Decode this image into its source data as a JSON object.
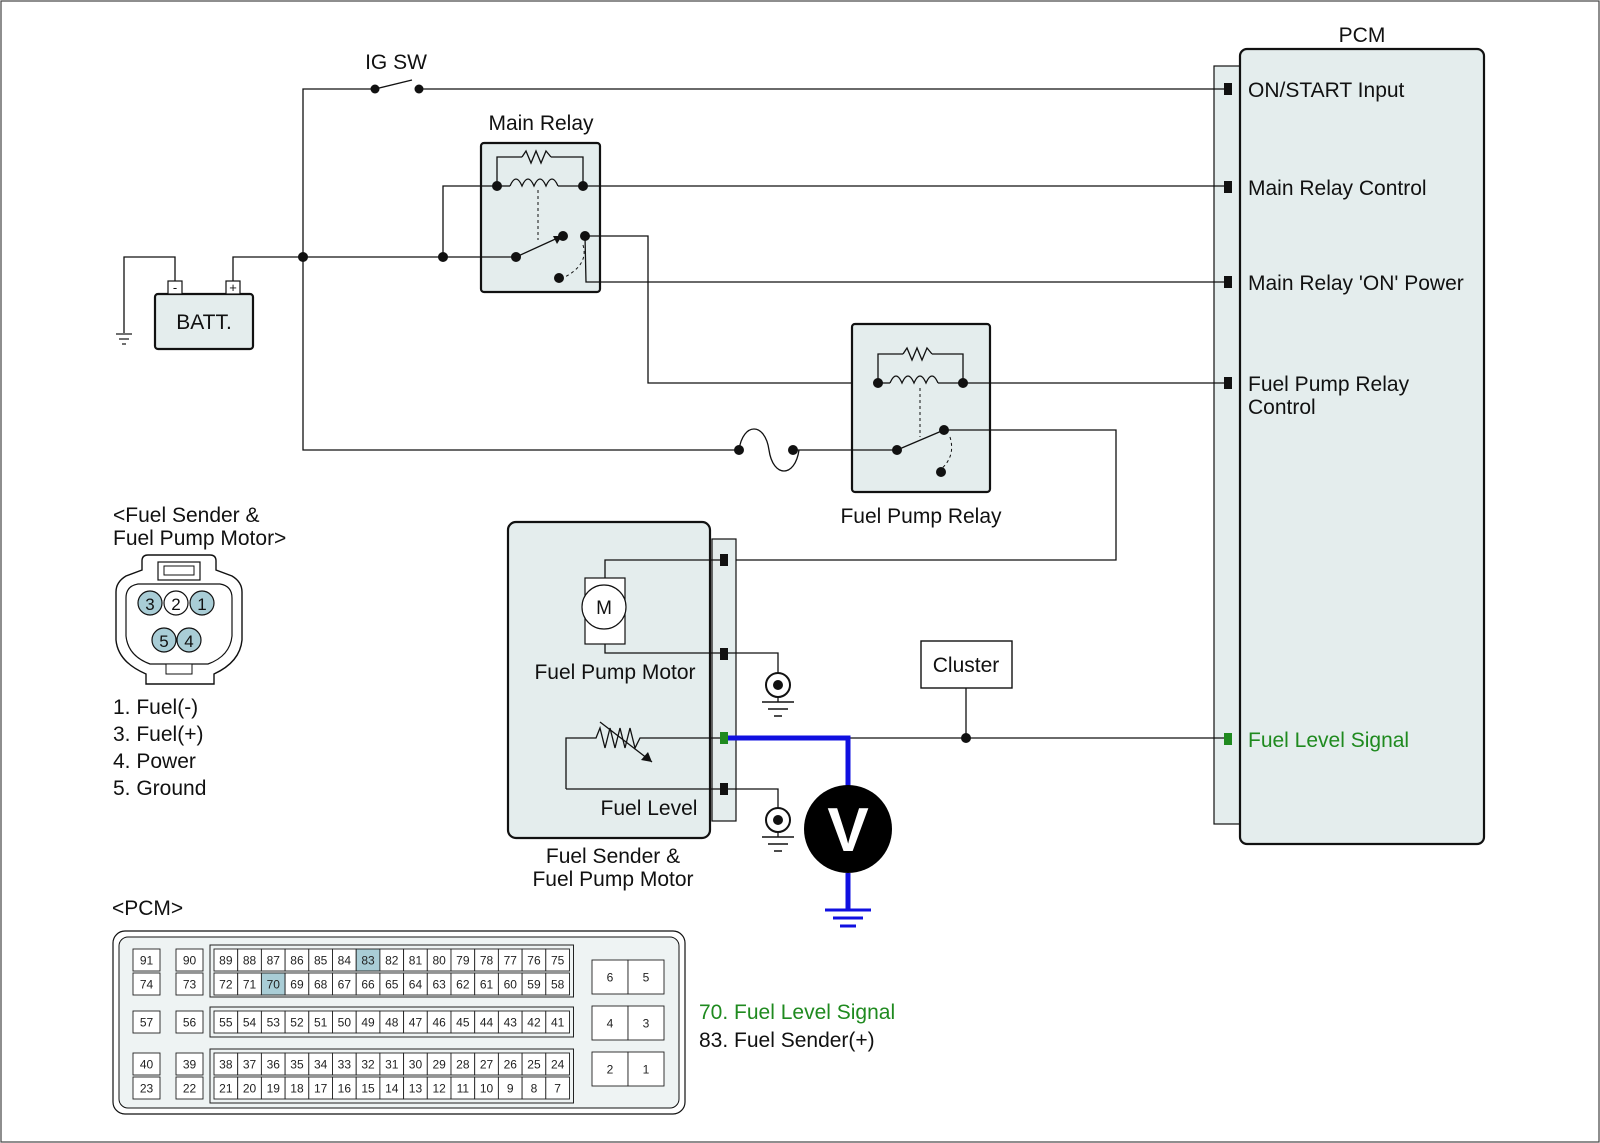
{
  "pcm": {
    "title": "PCM",
    "pins": [
      "ON/START Input",
      "Main Relay Control",
      "Main Relay 'ON' Power",
      "Fuel Pump Relay",
      "Control",
      "Fuel Level Signal"
    ]
  },
  "components": {
    "ig_sw": "IG SW",
    "main_relay": "Main Relay",
    "battery": "BATT.",
    "battery_minus": "-",
    "battery_plus": "+",
    "fuel_pump_relay": "Fuel Pump Relay",
    "motor_symbol": "M",
    "fuel_pump_motor": "Fuel Pump Motor",
    "fuel_level": "Fuel Level",
    "sender_line1": "Fuel Sender &",
    "sender_line2": "Fuel Pump Motor",
    "cluster": "Cluster",
    "voltmeter": "V"
  },
  "connector": {
    "title_line1": "<Fuel Sender &",
    "title_line2": "Fuel Pump Motor>",
    "pins": [
      "3",
      "2",
      "1",
      "5",
      "4"
    ],
    "legend": [
      "1. Fuel(-)",
      "3. Fuel(+)",
      "4. Power",
      "5. Ground"
    ]
  },
  "pcm_connector": {
    "title": "<PCM>",
    "rows": [
      [
        "91",
        "90",
        "89",
        "88",
        "87",
        "86",
        "85",
        "84",
        "83",
        "82",
        "81",
        "80",
        "79",
        "78",
        "77",
        "76",
        "75"
      ],
      [
        "74",
        "73",
        "72",
        "71",
        "70",
        "69",
        "68",
        "67",
        "66",
        "65",
        "64",
        "63",
        "62",
        "61",
        "60",
        "59",
        "58"
      ],
      [
        "57",
        "56",
        "55",
        "54",
        "53",
        "52",
        "51",
        "50",
        "49",
        "48",
        "47",
        "46",
        "45",
        "44",
        "43",
        "42",
        "41"
      ],
      [
        "40",
        "39",
        "38",
        "37",
        "36",
        "35",
        "34",
        "33",
        "32",
        "31",
        "30",
        "29",
        "28",
        "27",
        "26",
        "25",
        "24"
      ],
      [
        "23",
        "22",
        "21",
        "20",
        "19",
        "18",
        "17",
        "16",
        "15",
        "14",
        "13",
        "12",
        "11",
        "10",
        "9",
        "8",
        "7"
      ]
    ],
    "small_block": [
      [
        "6",
        "5"
      ],
      [
        "4",
        "3"
      ],
      [
        "2",
        "1"
      ]
    ],
    "highlighted": [
      "83",
      "70"
    ],
    "legend": [
      "70. Fuel Level Signal",
      "83. Fuel Sender(+)"
    ]
  },
  "colors": {
    "signal": "#1f8a1f",
    "measurement_wire": "#1010e0",
    "box_fill": "#e4eded",
    "pin_highlight": "#a9cdd6"
  }
}
